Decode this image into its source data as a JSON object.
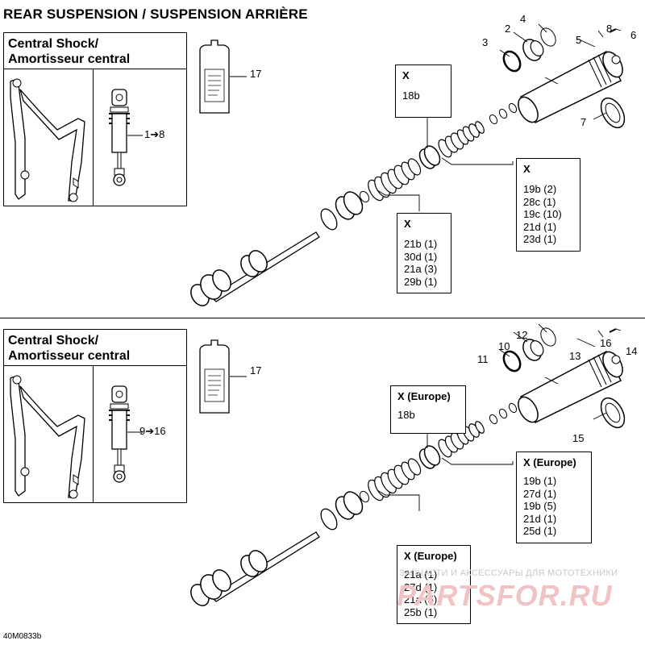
{
  "title": "REAR SUSPENSION / SUSPENSION ARRIÈRE",
  "drawing_code": "40M0833b",
  "watermark": {
    "line1": "ЗАПЧАСТИ И АКСЕССУАРЫ ДЛЯ МОТОТЕХНИКИ",
    "line2": "PARTSFOR.RU"
  },
  "top": {
    "inset_title_1": "Central Shock/",
    "inset_title_2": "Amortisseur central",
    "inset_ref": "1➔8",
    "callouts": {
      "n17": "17",
      "n2": "2",
      "n4": "4",
      "n3": "3",
      "n8": "8",
      "n5": "5",
      "n6": "6",
      "n7": "7"
    },
    "box_a": {
      "title": "X",
      "items": [
        "18b"
      ]
    },
    "box_b": {
      "title": "X",
      "items": [
        "19b (2)",
        "28c (1)",
        "19c (10)",
        "21d (1)",
        "23d (1)"
      ]
    },
    "box_c": {
      "title": "X",
      "items": [
        "21b (1)",
        "30d (1)",
        "21a (3)",
        "29b (1)"
      ]
    }
  },
  "bottom": {
    "inset_title_1": "Central Shock/",
    "inset_title_2": "Amortisseur central",
    "inset_ref": "9➔16",
    "callouts": {
      "n17": "17",
      "n12": "12",
      "n10": "10",
      "n11": "11",
      "n16": "16",
      "n13": "13",
      "n14": "14",
      "n15": "15"
    },
    "box_a": {
      "title": "X (Europe)",
      "items": [
        "18b"
      ]
    },
    "box_b": {
      "title": "X (Europe)",
      "items": [
        "19b (1)",
        "27d (1)",
        "19b (5)",
        "21d (1)",
        "25d (1)"
      ]
    },
    "box_c": {
      "title": "X (Europe)",
      "items": [
        "21a (1)",
        "27d (1)",
        "21a (5)",
        "25b (1)"
      ]
    }
  }
}
